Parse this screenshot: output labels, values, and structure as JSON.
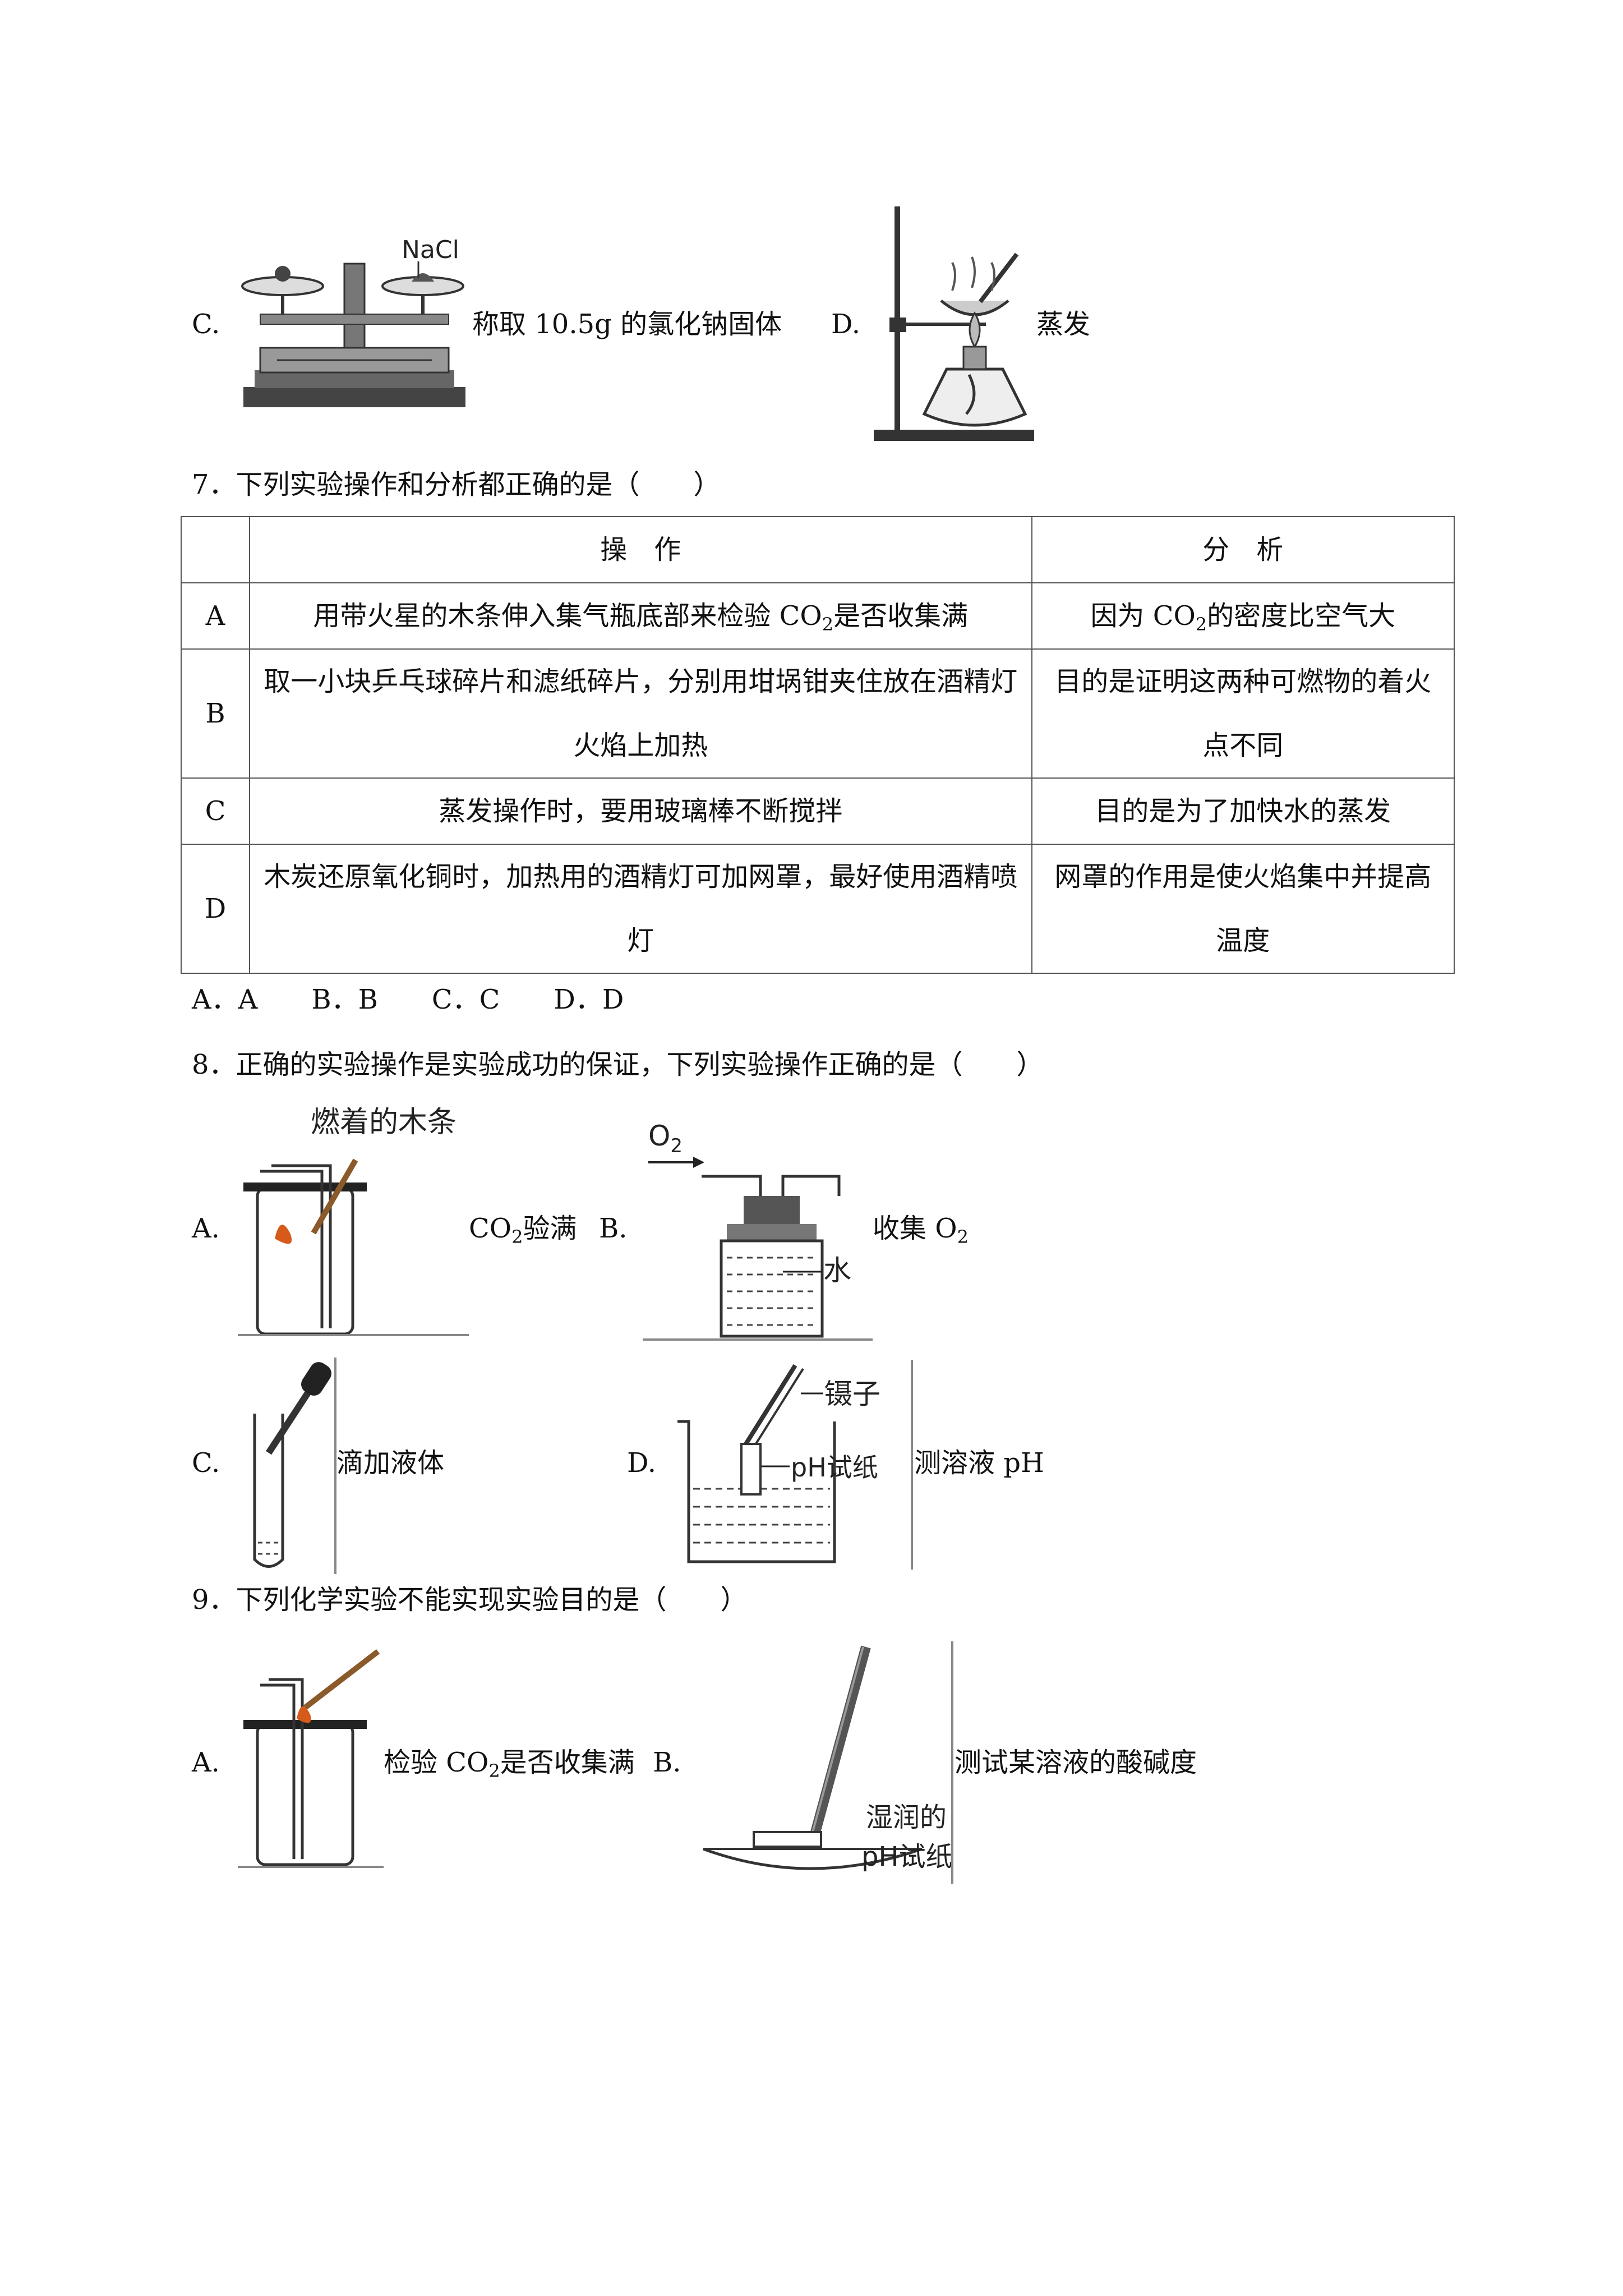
{
  "q6": {
    "optC": {
      "letter": "C.",
      "text": "称取 10.5g 的氯化钠固体",
      "fig_label": "NaCl"
    },
    "optD": {
      "letter": "D.",
      "text": "蒸发"
    }
  },
  "q7": {
    "stem": "7．下列实验操作和分析都正确的是（　　）",
    "headers": [
      "",
      "操　作",
      "分　析"
    ],
    "rows": [
      {
        "key": "A",
        "op_a": "用带火星的木条伸入集气瓶底部来检验 CO",
        "op_b": "是否收集满",
        "an_a": "因为 CO",
        "an_b": "的密度比空气大"
      },
      {
        "key": "B",
        "op": "取一小块乒乓球碎片和滤纸碎片，分别用坩埚钳夹住放在酒精灯火焰上加热",
        "an": "目的是证明这两种可燃物的着火点不同"
      },
      {
        "key": "C",
        "op": "蒸发操作时，要用玻璃棒不断搅拌",
        "an": "目的是为了加快水的蒸发"
      },
      {
        "key": "D",
        "op": "木炭还原氧化铜时，加热用的酒精灯可加网罩，最好使用酒精喷灯",
        "an": "网罩的作用是使火焰集中并提高温度"
      }
    ],
    "choices": "A．A　　B．B　　C．C　　D．D",
    "sub2": "2"
  },
  "q8": {
    "stem": "8．正确的实验操作是实验成功的保证，下列实验操作正确的是（　　）",
    "optA": {
      "letter": "A.",
      "text_a": "CO",
      "text_b": "验满",
      "fig_label": "燃着的木条"
    },
    "optB": {
      "letter": "B.",
      "text_a": "收集 O",
      "fig_label_gas": "O",
      "fig_label_water": "水"
    },
    "optC": {
      "letter": "C.",
      "text": "滴加液体"
    },
    "optD": {
      "letter": "D.",
      "text": "测溶液 pH",
      "fig_label_tweezers": "镊子",
      "fig_label_paper": "pH试纸"
    }
  },
  "q9": {
    "stem": "9．下列化学实验不能实现实验目的是（　　）",
    "optA": {
      "letter": "A.",
      "text_a": "检验 CO",
      "text_b": "是否收集满"
    },
    "optB": {
      "letter": "B.",
      "text": "测试某溶液的酸碱度",
      "fig_label_1": "湿润的",
      "fig_label_2": "pH试纸"
    }
  }
}
